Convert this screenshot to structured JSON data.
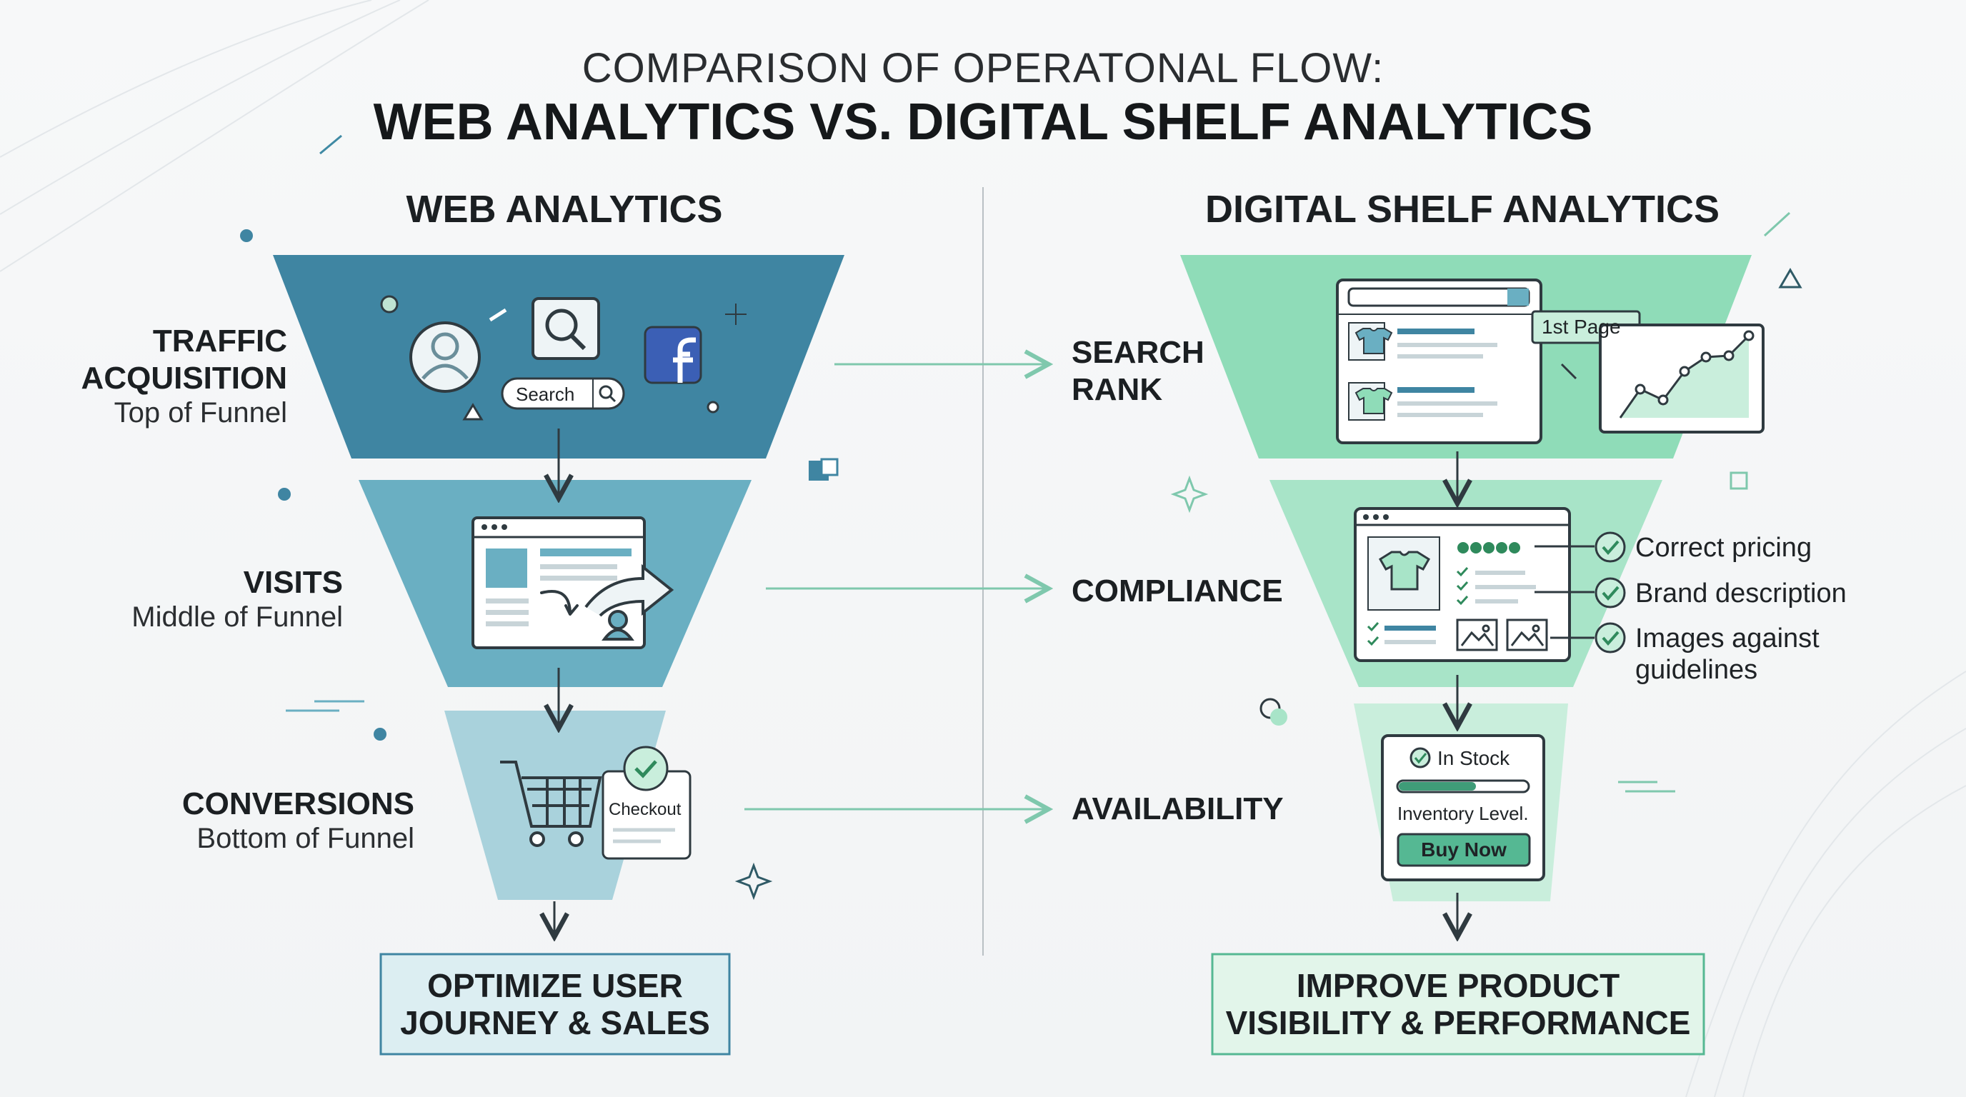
{
  "title": {
    "line1": "COMPARISON OF OPERATONAL FLOW:",
    "line2": "WEB ANALYTICS VS. DIGITAL SHELF ANALYTICS"
  },
  "web": {
    "heading": "WEB ANALYTICS",
    "stages": [
      {
        "name_line1": "TRAFFIC",
        "name_line2": "ACQUISITION",
        "sub": "Top of Funnel"
      },
      {
        "name_line1": "VISITS",
        "sub": "Middle of Funnel"
      },
      {
        "name_line1": "CONVERSIONS",
        "sub": "Bottom of Funnel"
      }
    ],
    "search_label": "Search",
    "checkout_label": "Checkout",
    "outcome_line1": "OPTIMIZE USER",
    "outcome_line2": "JOURNEY & SALES"
  },
  "shelf": {
    "heading": "DIGITAL SHELF ANALYTICS",
    "stages": [
      {
        "name_line1": "SEARCH",
        "name_line2": "RANK"
      },
      {
        "name_line1": "COMPLIANCE"
      },
      {
        "name_line1": "AVAILABILITY"
      }
    ],
    "first_page_label": "1st Page",
    "compliance_checks": [
      "Correct pricing",
      "Brand description",
      "Images against",
      "guidelines"
    ],
    "in_stock_label": "In Stock",
    "inventory_label": "Inventory Level.",
    "inventory_fraction": 0.6,
    "buy_now_label": "Buy Now",
    "outcome_line1": "IMPROVE PRODUCT",
    "outcome_line2": "VISIBILITY & PERFORMANCE"
  },
  "colors": {
    "web_top": "#3f85a2",
    "web_mid": "#6aafc2",
    "web_bot": "#a9d2dc",
    "shelf_top": "#8fdcb8",
    "shelf_mid": "#a8e4c8",
    "shelf_bot": "#c9eedc",
    "web_box": "#dceef2",
    "shelf_box": "#e2f5ea"
  },
  "icons": [
    "user-icon",
    "search-icon",
    "facebook-icon",
    "webpage-icon",
    "cursor-user-icon",
    "shopping-cart-icon",
    "checkmark-icon",
    "tshirt-icon",
    "line-chart-icon",
    "image-icon"
  ]
}
